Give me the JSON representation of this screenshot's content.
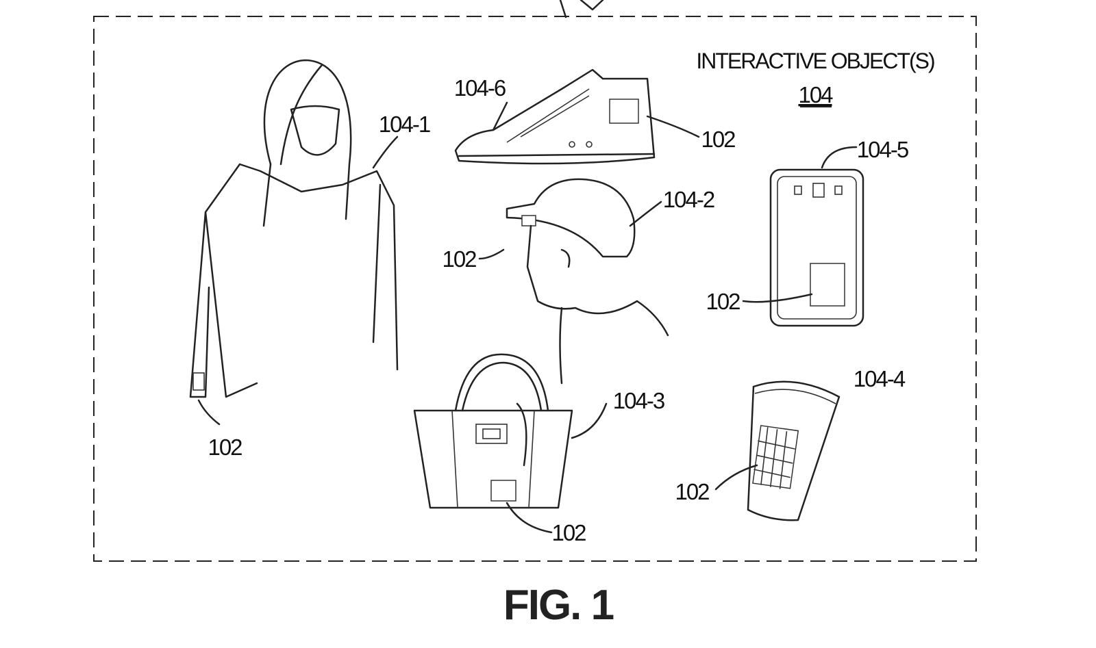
{
  "figure": {
    "title": "INTERACTIVE OBJECT(S)",
    "title_ref": "104",
    "caption": "FIG. 1"
  },
  "objects": {
    "jacket": {
      "ref": "104-1",
      "sensor_ref": "102"
    },
    "cap": {
      "ref": "104-2",
      "sensor_ref": "102"
    },
    "bag": {
      "ref": "104-3",
      "sensor_ref": "102"
    },
    "cup": {
      "ref": "104-4",
      "sensor_ref": "102"
    },
    "phone": {
      "ref": "104-5",
      "sensor_ref": "102"
    },
    "shoe": {
      "ref": "104-6",
      "sensor_ref": "102"
    }
  }
}
